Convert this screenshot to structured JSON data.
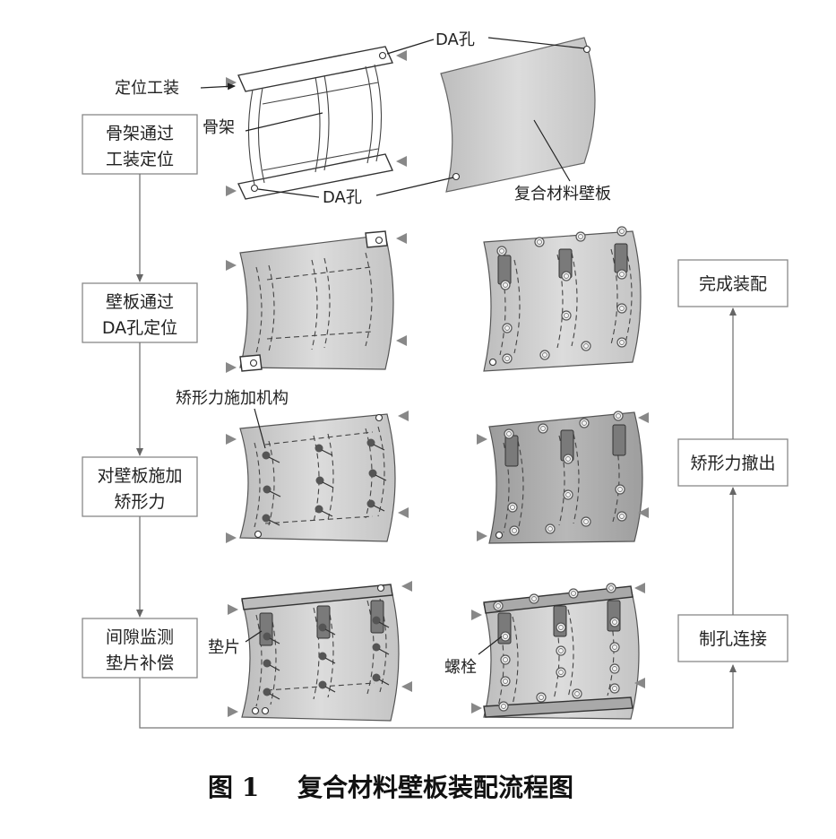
{
  "steps": {
    "left": [
      {
        "line1": "骨架通过",
        "line2": "工装定位"
      },
      {
        "line1": "壁板通过",
        "line2": "DA孔定位"
      },
      {
        "line1": "对壁板施加",
        "line2": "矫形力"
      },
      {
        "line1": "间隙监测",
        "line2": "垫片补偿"
      }
    ],
    "right": [
      {
        "line1": "制孔连接"
      },
      {
        "line1": "矫形力撤出"
      },
      {
        "line1": "完成装配"
      }
    ]
  },
  "labels": {
    "fixture": "定位工装",
    "skeleton": "骨架",
    "da_hole_top": "DA孔",
    "da_hole_bottom": "DA孔",
    "panel": "复合材料壁板",
    "force_mechanism": "矫形力施加机构",
    "shim": "垫片",
    "bolt": "螺栓"
  },
  "caption": {
    "figure": "图 1",
    "title": "复合材料壁板装配流程图"
  },
  "colors": {
    "panel_fill": "#d6d6d6",
    "panel_fill_dark": "#a9a9a9",
    "box_border": "#888888",
    "flow_line": "#777777",
    "pin": "#888888"
  }
}
